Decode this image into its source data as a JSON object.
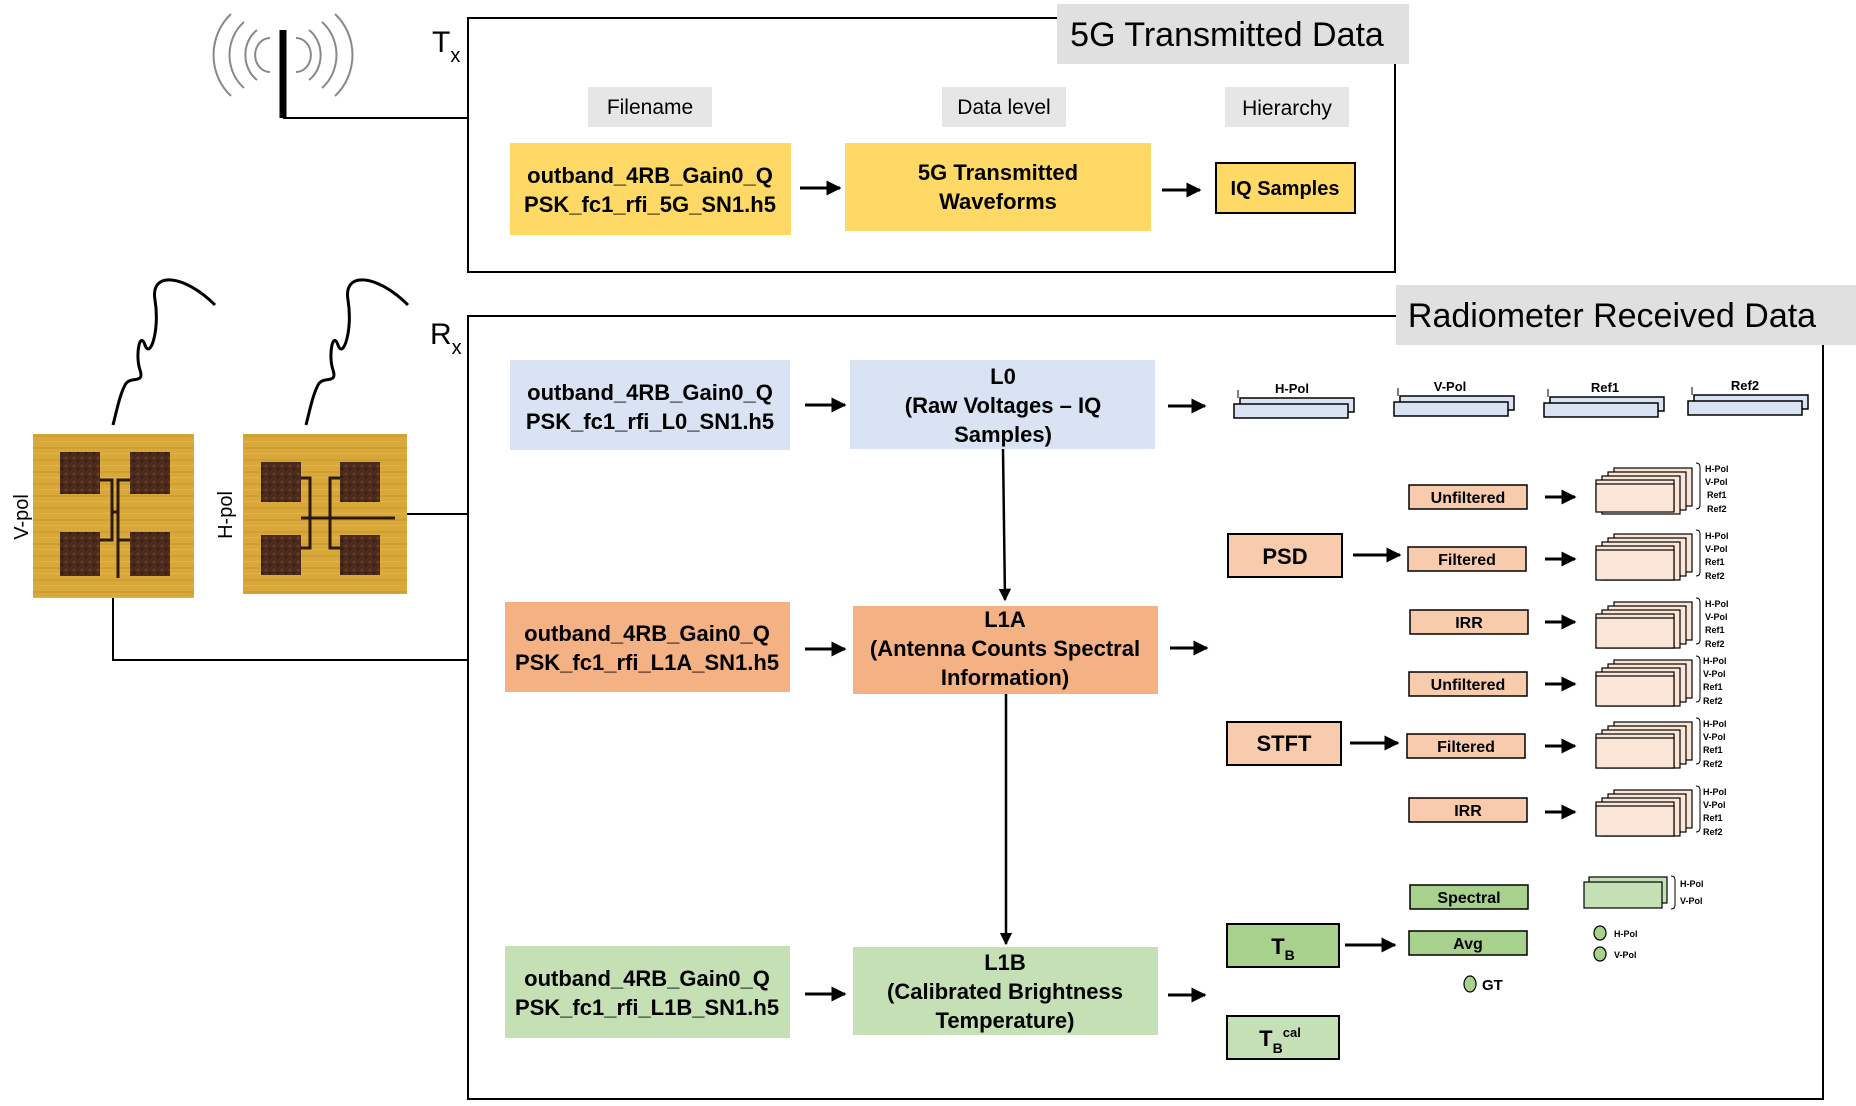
{
  "tx": {
    "label_main": "T",
    "label_sub": "x",
    "title": "5G Transmitted Data",
    "headers": {
      "filename": "Filename",
      "data_level": "Data level",
      "hierarchy": "Hierarchy"
    },
    "file": [
      "outband_4RB_Gain0_Q",
      "PSK_fc1_rfi_5G_SN1.h5"
    ],
    "level": [
      "5G Transmitted",
      "Waveforms"
    ],
    "hierarchy": "IQ Samples"
  },
  "rx": {
    "label_main": "R",
    "label_sub": "x",
    "title": "Radiometer Received Data",
    "antenna_v_label": "V-pol",
    "antenna_h_label": "H-pol",
    "l0": {
      "file": [
        "outband_4RB_Gain0_Q",
        "PSK_fc1_rfi_L0_SN1.h5"
      ],
      "level": [
        "L0",
        "(Raw Voltages – IQ",
        "Samples)"
      ],
      "channels": [
        "H-Pol",
        "V-Pol",
        "Ref1",
        "Ref2"
      ]
    },
    "l1a": {
      "file": [
        "outband_4RB_Gain0_Q",
        "PSK_fc1_rfi_L1A_SN1.h5"
      ],
      "level": [
        "L1A",
        "(Antenna Counts Spectral",
        "Information)"
      ],
      "psd": {
        "label": "PSD",
        "items": [
          "Unfiltered",
          "Filtered",
          "IRR"
        ]
      },
      "stft": {
        "label": "STFT",
        "items": [
          "Unfiltered",
          "Filtered",
          "IRR"
        ]
      },
      "stack_labels": [
        "H-Pol",
        "V-Pol",
        "Ref1",
        "Ref2"
      ]
    },
    "l1b": {
      "file": [
        "outband_4RB_Gain0_Q",
        "PSK_fc1_rfi_L1B_SN1.h5"
      ],
      "level": [
        "L1B",
        "(Calibrated Brightness",
        "Temperature)"
      ],
      "tb": {
        "main": "T",
        "sub": "B"
      },
      "tbcal": {
        "main": "T",
        "sub": "B",
        "sup": "cal"
      },
      "spectral": "Spectral",
      "avg": "Avg",
      "gt": "GT",
      "spectral_stack_labels": [
        "H-Pol",
        "V-Pol"
      ],
      "avg_dot_labels": [
        "H-Pol",
        "V-Pol"
      ]
    }
  },
  "colors": {
    "yellow": "#ffd966",
    "blue": "#dae3f3",
    "orange": "#f4b183",
    "light_orange": "#f8cbad",
    "pale_orange": "#fbe5d6",
    "green": "#c5e0b4",
    "green_dark": "#a9d18e",
    "header_grey": "#e7e6e6",
    "title_grey": "#e0e0e0"
  }
}
